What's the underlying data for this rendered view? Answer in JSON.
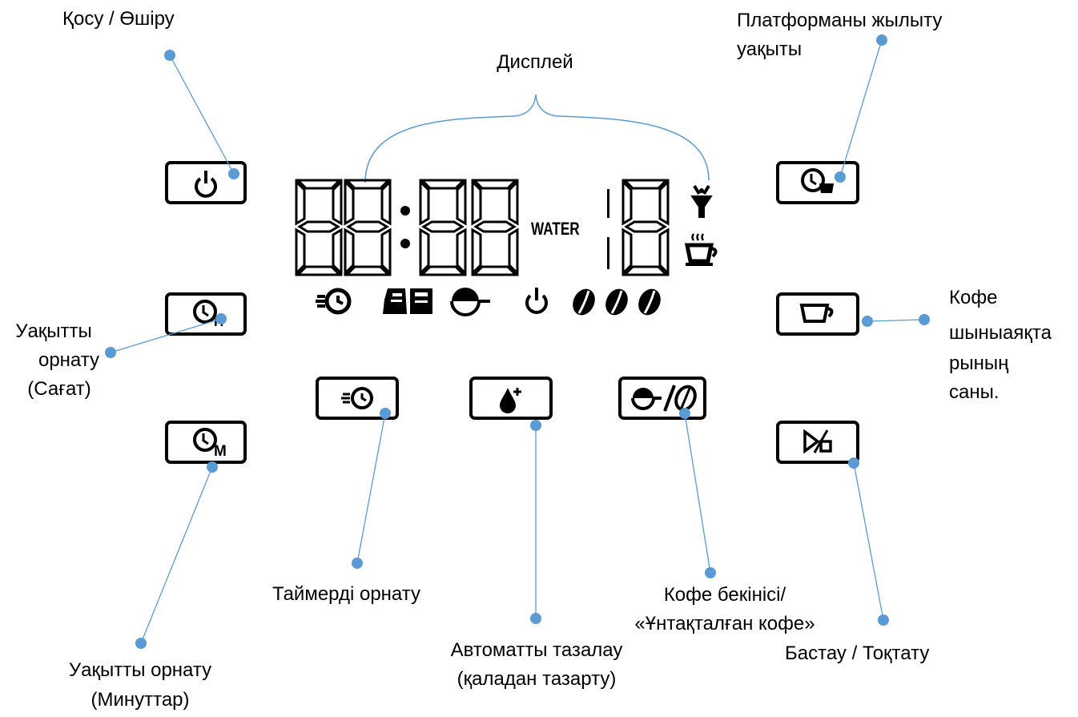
{
  "colors": {
    "leader": "#5b9bd5",
    "ink": "#000000",
    "background": "#ffffff"
  },
  "display": {
    "label": "Дисплей",
    "water_text": "WATER",
    "water_text_ghost": "WATER",
    "icons": [
      "timer-icon",
      "grind-icon",
      "bean-icon",
      "power-icon",
      "strength-bean-icon",
      "strength-bean-icon",
      "strength-bean-icon",
      "filter-icon",
      "cup-steam-icon"
    ]
  },
  "buttons": {
    "power": {
      "label_line1": "Қосу / Өшіру",
      "icon": "power-icon"
    },
    "set_hour": {
      "label_line1": "Уақытты",
      "label_line2": "орнату",
      "label_line3": "(Сағат)",
      "icon": "clock-h-icon"
    },
    "set_minute": {
      "label_line1": "Уақытты орнату",
      "label_line2": "(Минуттар)",
      "icon": "clock-m-icon"
    },
    "timer": {
      "label_line1": "Таймерді орнату",
      "icon": "timer-icon"
    },
    "auto_clean": {
      "label_line1": "Автоматты тазалау",
      "label_line2": "(қаладан тазарту)",
      "icon": "drop-sparkle-icon"
    },
    "bean_ground": {
      "label_line1": "Кофе бекінісі/",
      "label_line2": "«Ұнтақталған кофе»",
      "icon": "bean-ground-icon"
    },
    "plate_heat": {
      "label_line1": "Платформаны жылыту",
      "label_line2": "уақыты",
      "icon": "clock-cup-icon"
    },
    "cups": {
      "label_line1": "Кофе",
      "label_line2": "шыныаяқта",
      "label_line3": "рының",
      "label_line4": "саны.",
      "icon": "cup-icon"
    },
    "start_stop": {
      "label_line1": "Бастау / Тоқтату",
      "icon": "play-stop-icon"
    }
  }
}
